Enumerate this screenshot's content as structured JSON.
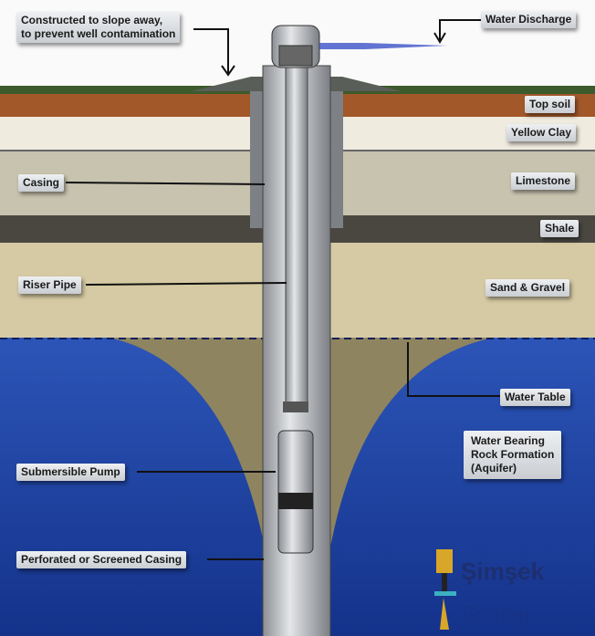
{
  "labels": {
    "slope": [
      "Constructed to slope away,",
      "to prevent well contamination"
    ],
    "discharge": "Water Discharge",
    "topsoil": "Top soil",
    "clay": "Yellow Clay",
    "casing": "Casing",
    "limestone": "Limestone",
    "shale": "Shale",
    "riser": "Riser Pipe",
    "sand": "Sand & Gravel",
    "water_table": "Water Table",
    "aquifer": [
      "Water Bearing",
      "Rock Formation",
      "(Aquifer)"
    ],
    "pump": "Submersible Pump",
    "screen": "Perforated or Screened Casing"
  },
  "logo": {
    "line1": "Şimşek",
    "line2": "Sondaj"
  },
  "colors": {
    "topsoil": "#a3582a",
    "clay": "#efebdf",
    "limestone": "#c7c3ae",
    "shale": "#4a4740",
    "sand": "#d6caa4",
    "water": "#1f44a6"
  }
}
